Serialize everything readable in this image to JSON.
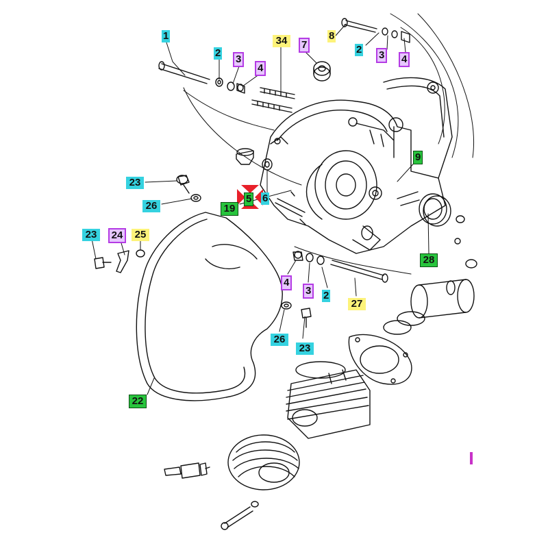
{
  "callouts": {
    "c1": "1",
    "c2a": "2",
    "c3a": "3",
    "c4a": "4",
    "c34": "34",
    "c7": "7",
    "c8": "8",
    "c2b": "2",
    "c3b": "3",
    "c4b": "4",
    "c9": "9",
    "c23a": "23",
    "c26a": "26",
    "c5": "5",
    "c6": "6",
    "c19": "19",
    "c23b": "23",
    "c24": "24",
    "c25": "25",
    "c28": "28",
    "c4c": "4",
    "c3c": "3",
    "c2c": "2",
    "c27": "27",
    "c26b": "26",
    "c23c": "23",
    "c22": "22"
  },
  "colors": {
    "cyan": "#35d2e0",
    "yellow": "#fdf37a",
    "green": "#28c43d",
    "purple_fill": "#e7c6ff",
    "purple_border": "#b43be4",
    "marker_red": "#e8202a",
    "line": "#111111"
  },
  "icons": {
    "marker": "red-cross-marker-icon"
  }
}
